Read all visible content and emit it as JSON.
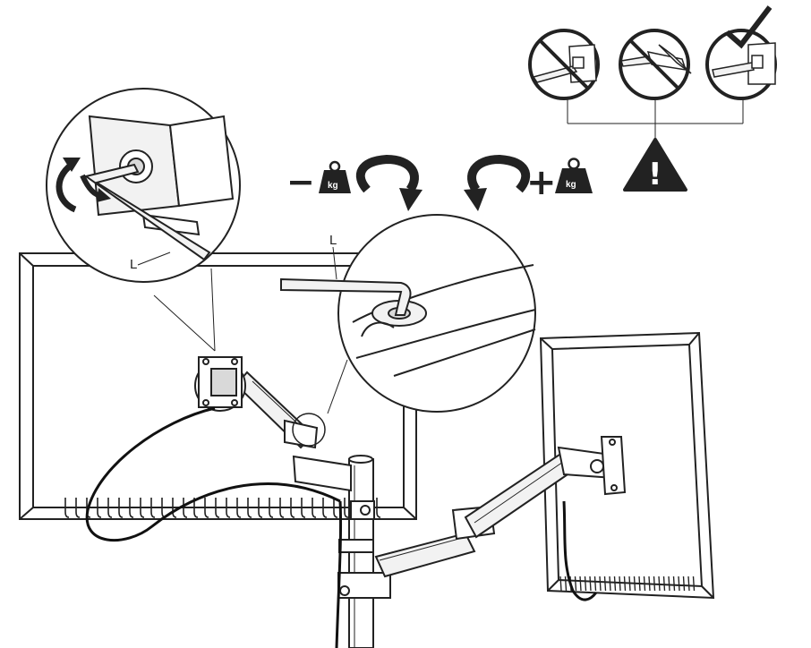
{
  "labels": {
    "wrench_left": "L",
    "wrench_right": "L"
  },
  "adjust": {
    "decrease_sign": "−",
    "increase_sign": "+",
    "weight_unit": "kg"
  },
  "warning": {
    "mark": "!"
  },
  "icons": {
    "prohibited": "no-entry-icon",
    "approved": "checkmark-icon",
    "warning": "warning-triangle-icon",
    "weight": "weight-icon",
    "rotate_ccw": "rotate-counterclockwise-icon",
    "rotate_cw": "rotate-clockwise-icon"
  },
  "colors": {
    "line": "#222222",
    "fill_light": "#f2f2f2",
    "fill_mid": "#d9d9d9"
  }
}
